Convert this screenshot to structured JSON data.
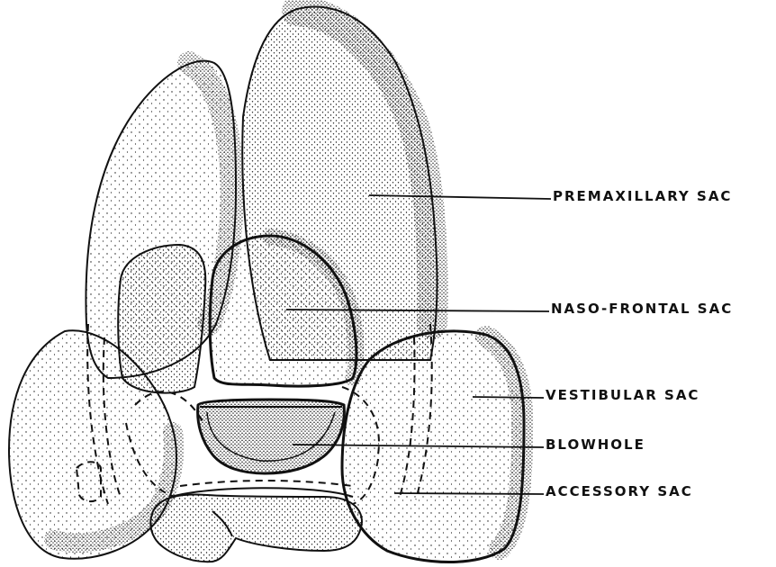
{
  "labels": {
    "premaxillary": "PREMAXILLARY SAC",
    "naso_frontal": "NASO-FRONTAL SAC",
    "vestibular": "VESTIBULAR SAC",
    "blowhole": "BLOWHOLE",
    "accessory": "ACCESSORY SAC"
  },
  "colors": {
    "ink": "#111111",
    "paper": "#ffffff"
  }
}
